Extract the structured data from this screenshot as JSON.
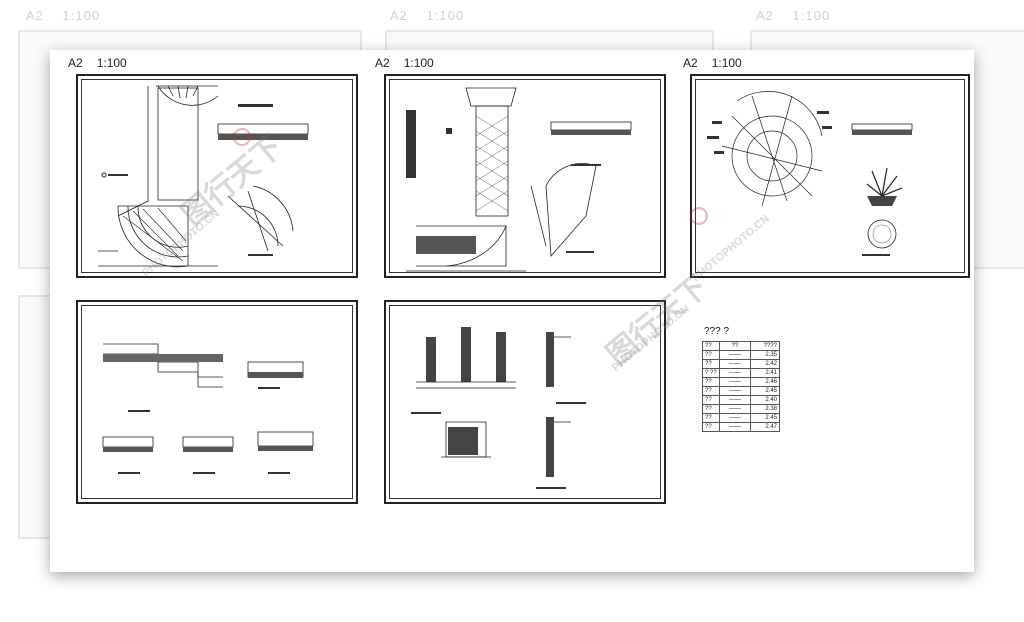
{
  "sheets": [
    {
      "id": "sheet-1",
      "paper": "A2",
      "scale": "1:100"
    },
    {
      "id": "sheet-2",
      "paper": "A2",
      "scale": "1:100"
    },
    {
      "id": "sheet-3",
      "paper": "A2",
      "scale": "1:100"
    }
  ],
  "background_sheets": [
    {
      "paper": "A2",
      "scale": "1:100"
    },
    {
      "paper": "A2",
      "scale": "1:100"
    },
    {
      "paper": "A2",
      "scale": "1:100"
    }
  ],
  "legend": {
    "title": "??? ?",
    "rows": [
      [
        "??",
        "??",
        "????"
      ],
      [
        "??",
        "——",
        "2.35"
      ],
      [
        "??",
        "——",
        "2.42"
      ],
      [
        "? ??",
        "——",
        "2.41"
      ],
      [
        "??",
        "——",
        "2.46"
      ],
      [
        "??",
        "——",
        "2.45"
      ],
      [
        "??",
        "——",
        "2.40"
      ],
      [
        "??",
        "——",
        "2.38"
      ],
      [
        "??",
        "——",
        "2.45"
      ],
      [
        "??",
        "——",
        "2.47"
      ]
    ]
  },
  "watermark": {
    "brand": "图行天下",
    "site": "PHOTOPHOTO.CN"
  },
  "colors": {
    "line": "#222222",
    "shadow": "#888888",
    "watermark_red": "#c82828"
  }
}
